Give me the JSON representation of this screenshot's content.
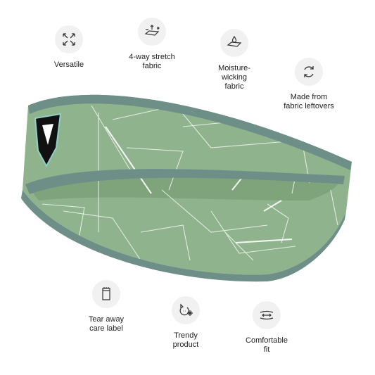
{
  "colors": {
    "band_fill": "#8fb38c",
    "band_edge": "#6e8f88",
    "band_lines": "#ffffff",
    "icon_bg": "#f1f1f1",
    "text": "#222222"
  },
  "features": [
    {
      "icon": "arrows-expand-icon",
      "label": "Versatile"
    },
    {
      "icon": "fabric-stretch-icon",
      "label": "4-way stretch\nfabric"
    },
    {
      "icon": "water-drop-fabric-icon",
      "label": "Moisture-\nwicking\nfabric"
    },
    {
      "icon": "recycle-arrows-icon",
      "label": "Made from\nfabric leftovers"
    },
    {
      "icon": "care-label-icon",
      "label": "Tear away\ncare label"
    },
    {
      "icon": "cat-sparkle-icon",
      "label": "Trendy\nproduct"
    },
    {
      "icon": "comfort-arrows-icon",
      "label": "Comfortable\nfit"
    }
  ]
}
